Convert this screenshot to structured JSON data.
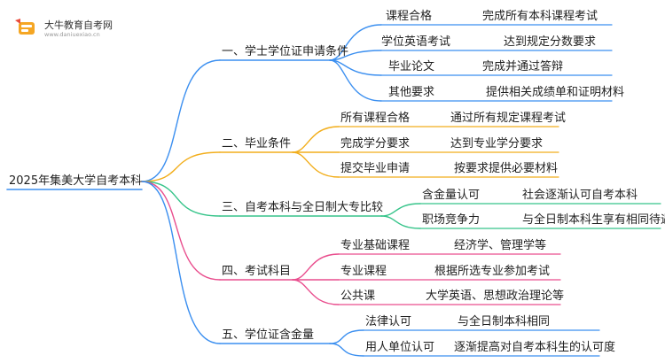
{
  "logo": {
    "name": "大牛教育自考网",
    "url": "www.daniuexiao.cn"
  },
  "root": "2025年集美大学自考本科",
  "colors": {
    "blue": "#3b8ff0",
    "orange": "#f2ae1c",
    "green": "#36c48a",
    "pink": "#e94d8d",
    "violet": "#6f6ef0",
    "magenta": "#d33fbd"
  },
  "branches": [
    {
      "label": "一、学士学位证申请条件",
      "color": "blue",
      "items": [
        {
          "k": "课程合格",
          "v": "完成所有本科课程考试"
        },
        {
          "k": "学位英语考试",
          "v": "达到规定分数要求"
        },
        {
          "k": "毕业论文",
          "v": "完成并通过答辩"
        },
        {
          "k": "其他要求",
          "v": "提供相关成绩单和证明材料"
        }
      ]
    },
    {
      "label": "二、毕业条件",
      "color": "orange",
      "items": [
        {
          "k": "所有课程合格",
          "v": "通过所有规定课程考试"
        },
        {
          "k": "完成学分要求",
          "v": "达到专业学分要求"
        },
        {
          "k": "提交毕业申请",
          "v": "按要求提供必要材料"
        }
      ]
    },
    {
      "label": "三、自考本科与全日制大专比较",
      "color": "green",
      "items": [
        {
          "k": "含金量认可",
          "v": "社会逐渐认可自考本科"
        },
        {
          "k": "职场竞争力",
          "v": "与全日制本科生享有相同待遇"
        }
      ]
    },
    {
      "label": "四、考试科目",
      "color": "pink",
      "items": [
        {
          "k": "专业基础课程",
          "v": "经济学、管理学等"
        },
        {
          "k": "专业课程",
          "v": "根据所选专业参加考试"
        },
        {
          "k": "公共课",
          "v": "大学英语、思想政治理论等"
        }
      ]
    },
    {
      "label": "五、学位证含金量",
      "color": "blue",
      "items": [
        {
          "k": "法律认可",
          "v": "与全日制本科相同"
        },
        {
          "k": "用人单位认可",
          "v": "逐渐提高对自考本科生的认可度"
        }
      ]
    }
  ]
}
